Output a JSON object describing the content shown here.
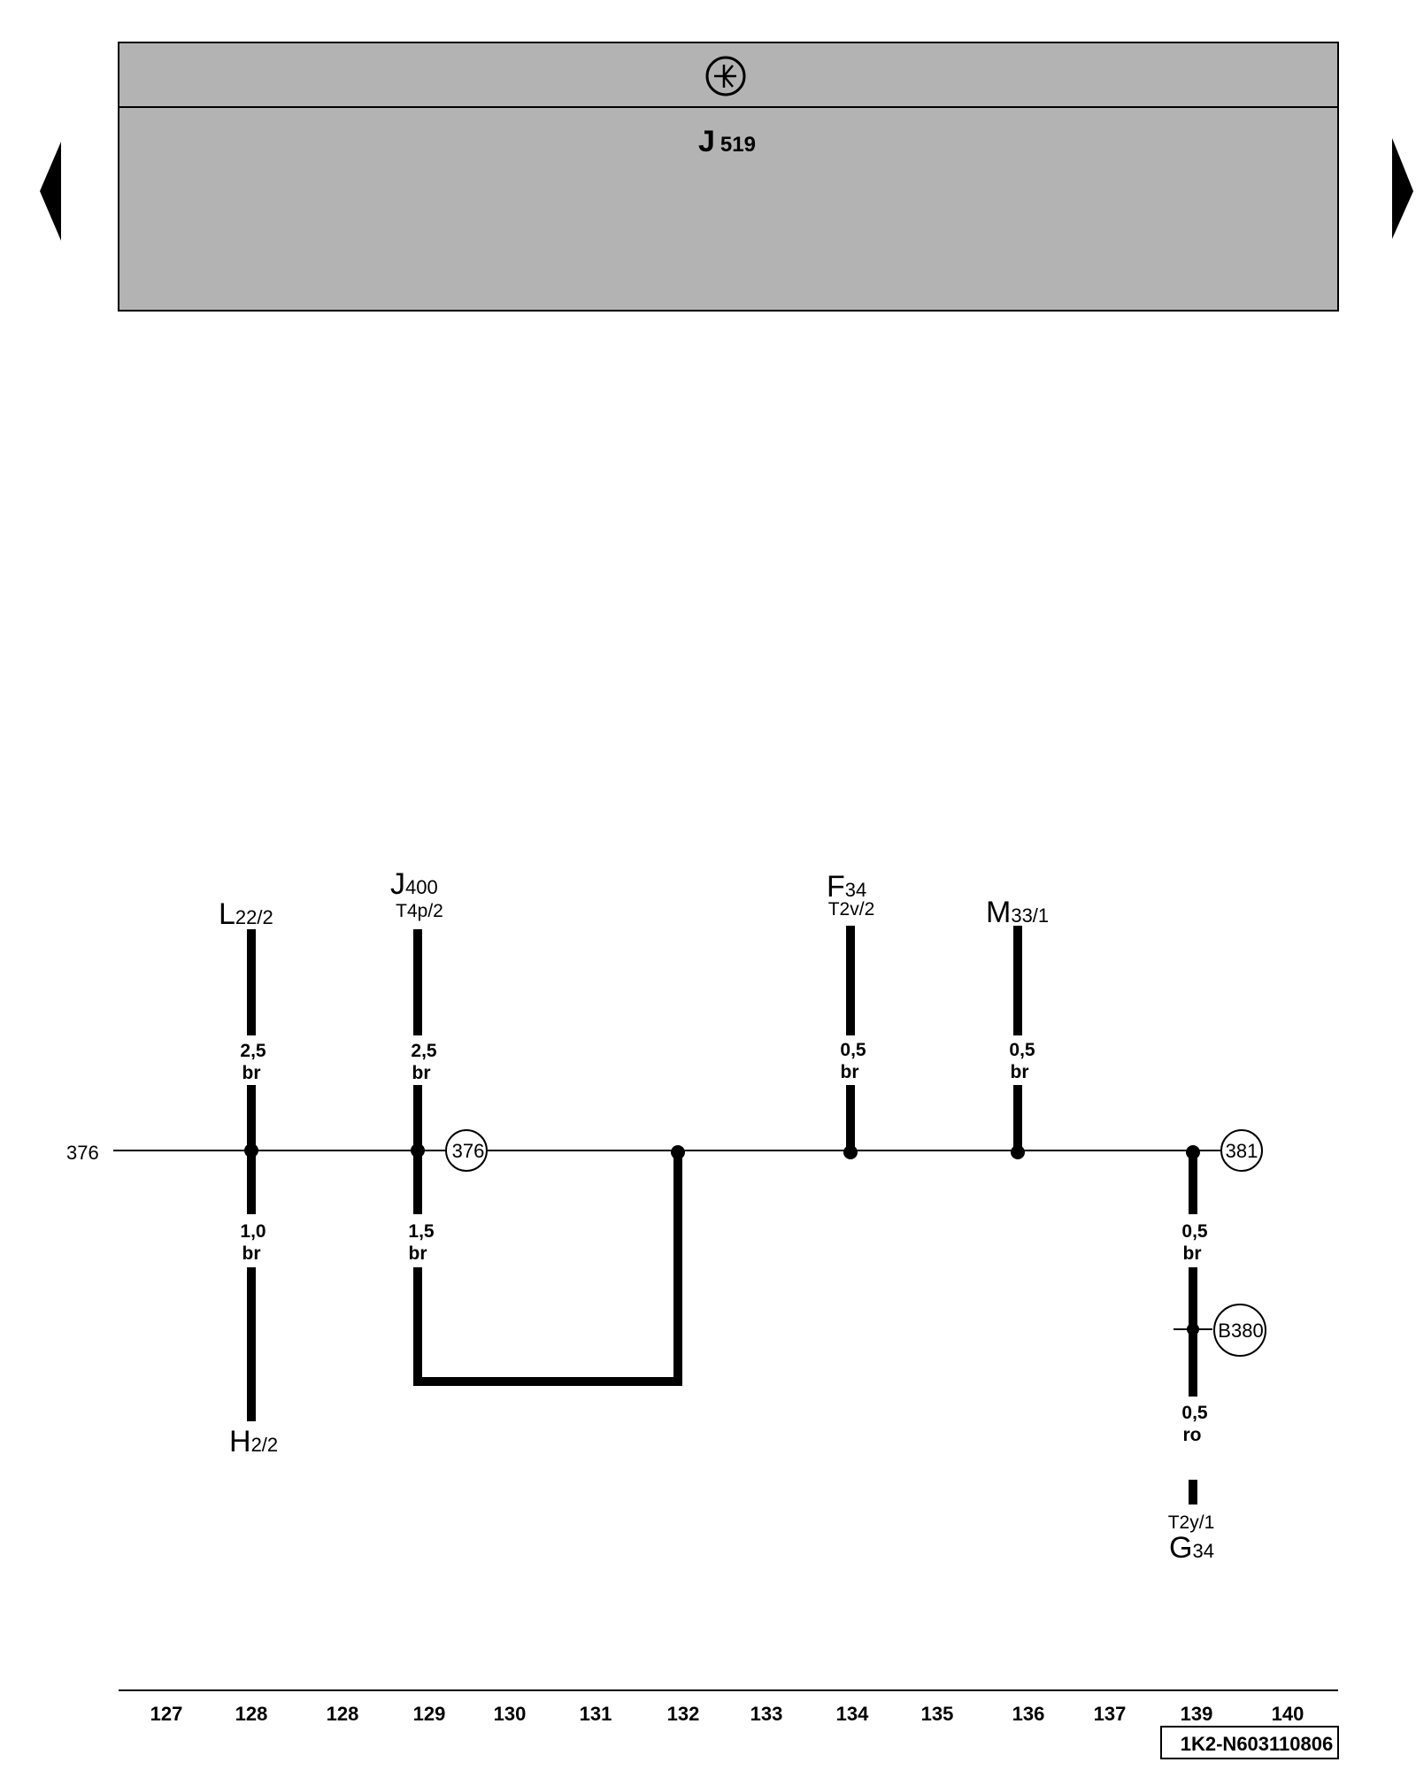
{
  "header": {
    "icon": "ground-star-icon",
    "module_letter": "J",
    "module_number": "519"
  },
  "navigation": {
    "prev_icon": "triangle-left-icon",
    "next_icon": "triangle-right-icon"
  },
  "components": {
    "l22": {
      "letter": "L",
      "sub": "22/2"
    },
    "j400": {
      "letter": "J",
      "sub": "400",
      "pin": "T4p/2"
    },
    "f34": {
      "letter": "F",
      "sub": "34",
      "pin": "T2v/2"
    },
    "m33": {
      "letter": "M",
      "sub": "33/1"
    },
    "h2": {
      "letter": "H",
      "sub": "2/2"
    },
    "g34": {
      "letter": "G",
      "sub": "34",
      "pin": "T2y/1"
    }
  },
  "wires": {
    "w128_top": {
      "size": "2,5",
      "color": "br"
    },
    "w129_top": {
      "size": "2,5",
      "color": "br"
    },
    "w134_top": {
      "size": "0,5",
      "color": "br"
    },
    "w136_top": {
      "size": "0,5",
      "color": "br"
    },
    "w128_bot": {
      "size": "1,0",
      "color": "br"
    },
    "w129_bot": {
      "size": "1,5",
      "color": "br"
    },
    "w139_mid": {
      "size": "0,5",
      "color": "br"
    },
    "w139_bot": {
      "size": "0,5",
      "color": "ro"
    }
  },
  "references": {
    "left_ref": "376",
    "ref_376": "376",
    "ref_381": "381",
    "ref_b380": "B380"
  },
  "footer": {
    "tracks": [
      "127",
      "128",
      "128",
      "129",
      "130",
      "131",
      "132",
      "133",
      "134",
      "135",
      "136",
      "137",
      "139",
      "140"
    ],
    "doc_code": "1K2-N603110806"
  }
}
